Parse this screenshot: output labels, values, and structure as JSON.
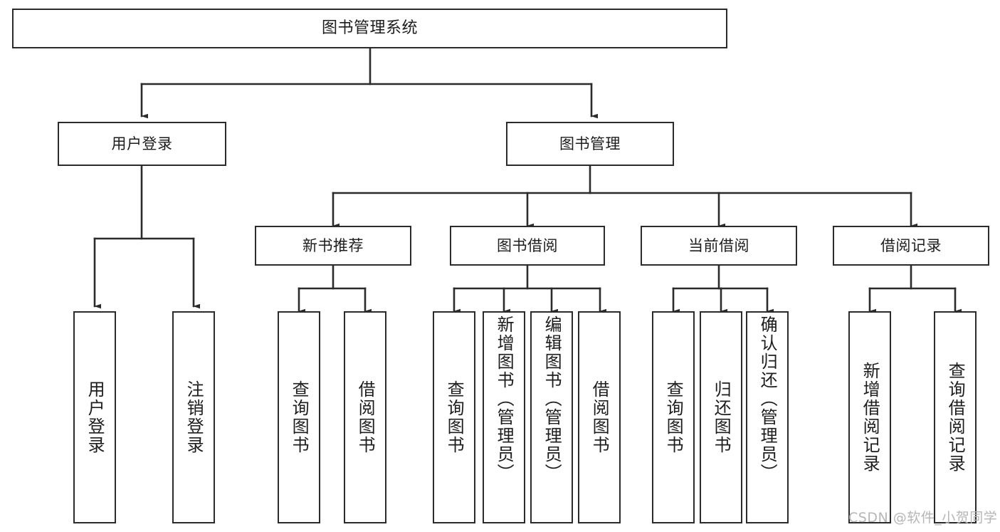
{
  "diagram": {
    "title": "图书管理系统",
    "type": "functional-structure-tree",
    "background_color": "#ffffff",
    "line_color": "#2b2b2b",
    "text_color": "#1d1d1d",
    "watermark": "CSDN @软件_小贺同学",
    "watermark_color": "#b6b6b6"
  },
  "nodes": {
    "root": {
      "label": "图书管理系统"
    },
    "tier2": [
      {
        "label": "用户登录"
      },
      {
        "label": "图书管理"
      }
    ],
    "tier3": [
      {
        "label": "新书推荐"
      },
      {
        "label": "图书借阅"
      },
      {
        "label": "当前借阅"
      },
      {
        "label": "借阅记录"
      }
    ],
    "leaves": {
      "user_login": [
        {
          "label": "用户登录"
        },
        {
          "label": "注销登录"
        }
      ],
      "new_book_recommend": [
        {
          "label": "查询图书"
        },
        {
          "label": "借阅图书"
        }
      ],
      "book_borrow": [
        {
          "label": "查询图书"
        },
        {
          "label": "新增图书（管理员）"
        },
        {
          "label": "编辑图书（管理员）"
        },
        {
          "label": "借阅图书"
        }
      ],
      "current_borrow": [
        {
          "label": "查询图书"
        },
        {
          "label": "归还图书"
        },
        {
          "label": "确认归还（管理员）"
        }
      ],
      "borrow_record": [
        {
          "label": "新增借阅记录"
        },
        {
          "label": "查询借阅记录"
        }
      ]
    }
  },
  "chart_data": {
    "type": "tree",
    "title": "图书管理系统",
    "hierarchy": [
      {
        "label": "图书管理系统",
        "children": [
          {
            "label": "用户登录",
            "children": [
              {
                "label": "用户登录"
              },
              {
                "label": "注销登录"
              }
            ]
          },
          {
            "label": "图书管理",
            "children": [
              {
                "label": "新书推荐",
                "children": [
                  {
                    "label": "查询图书"
                  },
                  {
                    "label": "借阅图书"
                  }
                ]
              },
              {
                "label": "图书借阅",
                "children": [
                  {
                    "label": "查询图书"
                  },
                  {
                    "label": "新增图书（管理员）"
                  },
                  {
                    "label": "编辑图书（管理员）"
                  },
                  {
                    "label": "借阅图书"
                  }
                ]
              },
              {
                "label": "当前借阅",
                "children": [
                  {
                    "label": "查询图书"
                  },
                  {
                    "label": "归还图书"
                  },
                  {
                    "label": "确认归还（管理员）"
                  }
                ]
              },
              {
                "label": "借阅记录",
                "children": [
                  {
                    "label": "新增借阅记录"
                  },
                  {
                    "label": "查询借阅记录"
                  }
                ]
              }
            ]
          }
        ]
      }
    ]
  }
}
